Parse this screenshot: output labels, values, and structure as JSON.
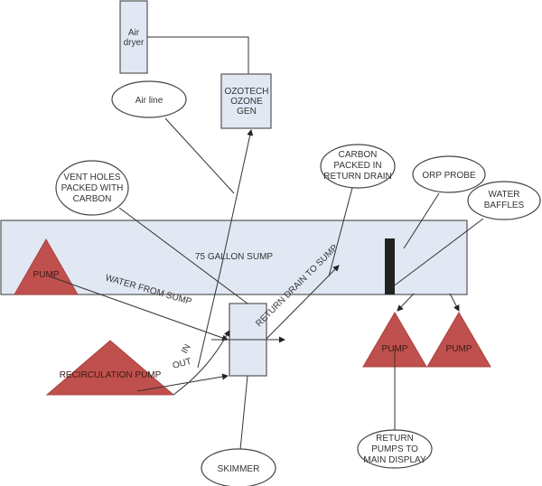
{
  "title": "Ozone / sump plumbing diagram",
  "colors": {
    "box_fill": "#e1e8f4",
    "pump_fill": "#c0504d",
    "baffle": "#222222",
    "line": "#333333"
  },
  "boxes": {
    "air_dryer": [
      "Air",
      "dryer"
    ],
    "ozone_gen": [
      "OZOTECH",
      "OZONE",
      "GEN"
    ],
    "sump": "75 GALLON SUMP",
    "skimmer_box": ""
  },
  "callouts": {
    "air_line": [
      "Air line"
    ],
    "vent_holes": [
      "VENT HOLES",
      "PACKED WITH",
      "CARBON"
    ],
    "carbon_drain": [
      "CARBON",
      "PACKED IN",
      "RETURN DRAIN"
    ],
    "orp_probe": [
      "ORP PROBE"
    ],
    "water_baffles": [
      "WATER",
      "BAFFLES"
    ],
    "skimmer": [
      "SKIMMER"
    ],
    "return_pumps": [
      "RETURN",
      "PUMPS TO",
      "MAIN DISPLAY"
    ]
  },
  "pumps": {
    "sump_pump": "PUMP",
    "recirc_pump": "RECIRCULATION PUMP",
    "return_pump_1": "PUMP",
    "return_pump_2": "PUMP"
  },
  "flow_labels": {
    "water_from_sump": "WATER FROM SUMP",
    "return_drain": "RETURN DRAIN TO SUMP",
    "in": "IN",
    "out": "OUT"
  }
}
